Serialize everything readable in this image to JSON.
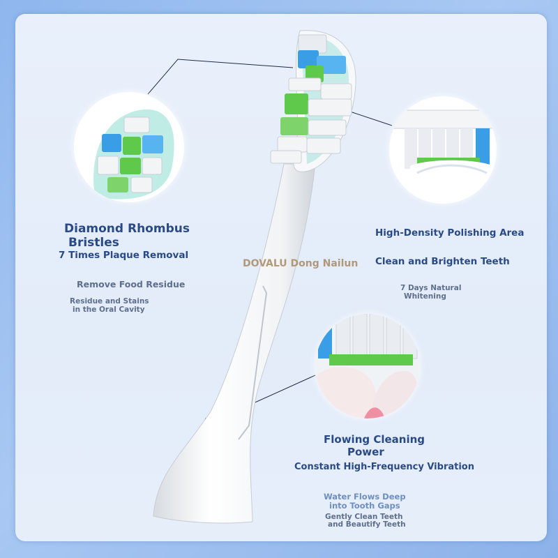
{
  "brand": "DOVALU Dong Nailun",
  "left_feature": {
    "title_line1": "Diamond Rhombus",
    "title_line2": "Bristles",
    "subtitle": "7 Times Plaque Removal",
    "point1": "Remove Food Residue",
    "point2_line1": "Residue and Stains",
    "point2_line2": "in the Oral Cavity"
  },
  "right_feature": {
    "title": "High-Density Polishing Area",
    "subtitle": "Clean and Brighten Teeth",
    "detail_line1": "7 Days Natural",
    "detail_line2": "Whitening"
  },
  "bottom_feature": {
    "title_line1": "Flowing Cleaning",
    "title_line2": "Power",
    "subtitle": "Constant High-Frequency Vibration",
    "detail1_line1": "Water Flows Deep",
    "detail1_line2": "into Tooth Gaps",
    "detail2_line1": "Gently Clean Teeth",
    "detail2_line2": "and Beautify Teeth"
  },
  "colors": {
    "background": "#a9c8f3",
    "heading_text": "#2a4a86",
    "bristle_blue": "#3a9ee6",
    "bristle_green": "#5ec94a",
    "bristle_white": "#f2f4f6"
  }
}
